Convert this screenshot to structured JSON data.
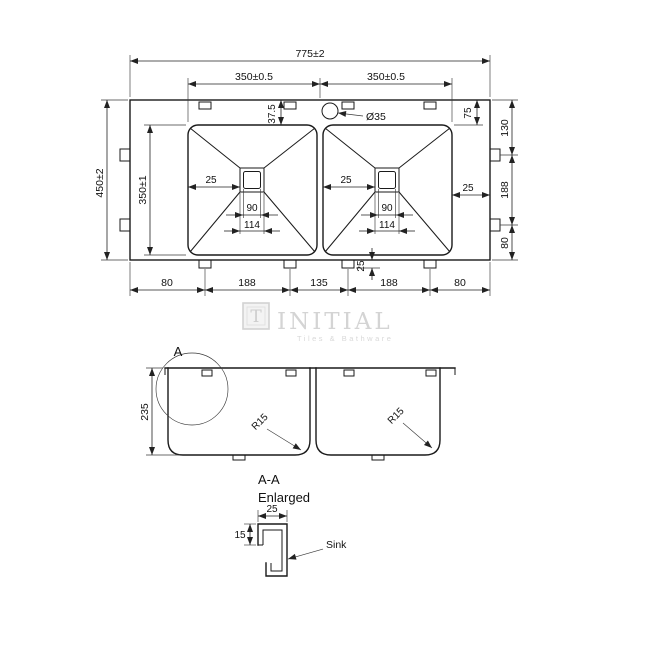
{
  "watermark": {
    "logo_letter": "T",
    "brand": "INITIAL",
    "tagline": "Tiles & Bathware"
  },
  "plan": {
    "overall_width": "775±2",
    "left_bowl_width": "350±0.5",
    "right_bowl_width": "350±0.5",
    "overall_depth": "450±2",
    "bowl_depth": "350±1",
    "tap_hole_dia": "Ø35",
    "tap_offset": "37.5",
    "right_rim": "75",
    "right_top": "130",
    "right_mid": "188",
    "right_bot": "80",
    "right_rim_width": "25",
    "left_drain_offset": "25",
    "right_drain_offset": "25",
    "left_drain_inner": "90",
    "left_drain_outer": "114",
    "right_drain_inner": "90",
    "right_drain_outer": "114",
    "bottom_dims": [
      "80",
      "188",
      "135",
      "188",
      "80"
    ],
    "clip_depth": "25"
  },
  "section": {
    "detail_label": "A",
    "depth": "235",
    "radius_left": "R15",
    "radius_right": "R15"
  },
  "detail": {
    "title": "A-A",
    "subtitle": "Enlarged",
    "rim_width": "25",
    "lip_height": "15",
    "callout": "Sink"
  }
}
